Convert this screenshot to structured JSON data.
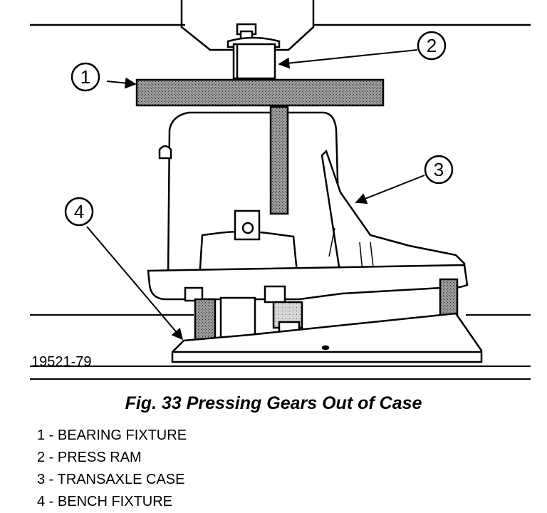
{
  "figure": {
    "code": "19521-79",
    "callouts": [
      "1",
      "2",
      "3",
      "4"
    ]
  },
  "caption": "Fig. 33 Pressing Gears Out of Case",
  "legend": [
    "1 - BEARING FIXTURE",
    "2 - PRESS RAM",
    "3 - TRANSAXLE CASE",
    "4 - BENCH FIXTURE"
  ]
}
